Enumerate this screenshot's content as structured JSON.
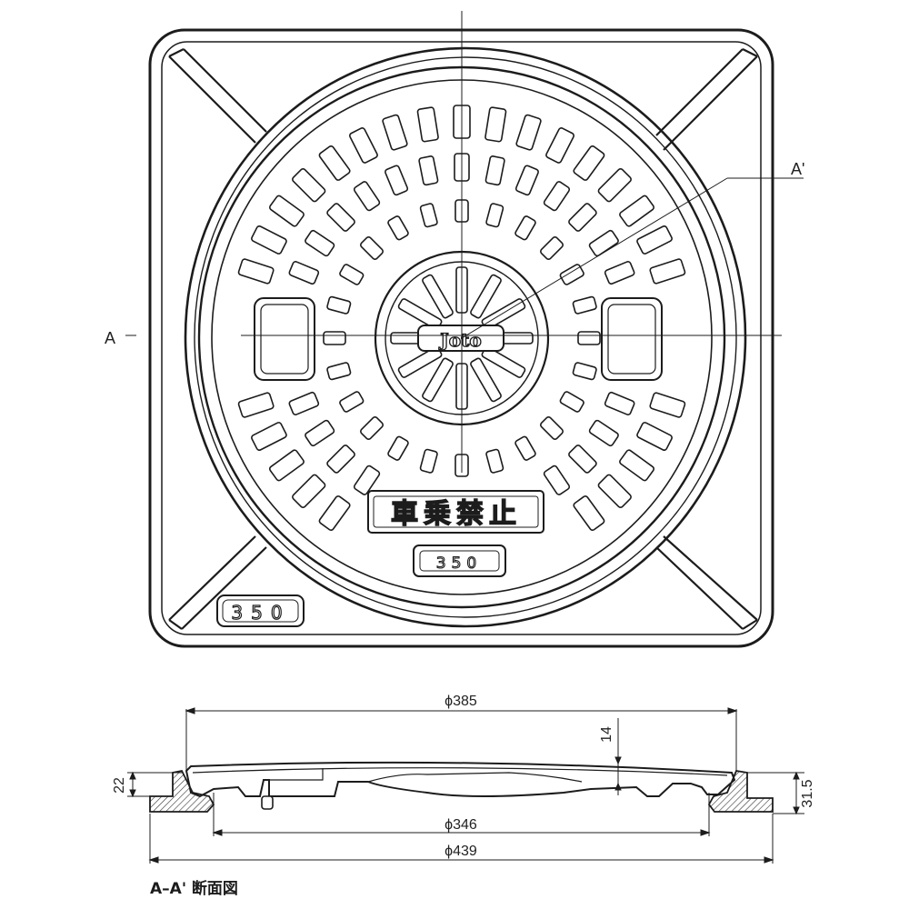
{
  "top_view": {
    "label_a": "A",
    "label_a_prime": "A'",
    "logo_text": "Joto",
    "warning_text": "車乗禁止",
    "cover_size": "350",
    "frame_size": "350"
  },
  "section_view": {
    "caption": "A–A' 断面図",
    "dim_top": "ϕ385",
    "dim_inner": "ϕ346",
    "dim_outer": "ϕ439",
    "dim_left_height": "22",
    "dim_right_height": "31.5",
    "dim_center_thickness": "14"
  },
  "colors": {
    "line": "#1c1c1c",
    "hatch": "#333333",
    "background": "#ffffff"
  }
}
